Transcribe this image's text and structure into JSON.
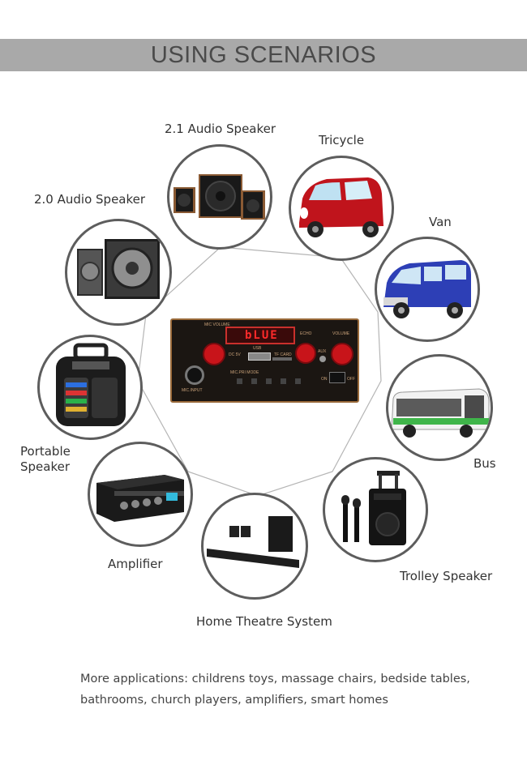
{
  "title": "USING SCENARIOS",
  "scenarios": [
    {
      "label": "2.1  Audio Speaker",
      "icon": "speaker-2-1-icon"
    },
    {
      "label": "Tricycle",
      "icon": "tricycle-icon"
    },
    {
      "label": "2.0 Audio Speaker",
      "icon": "speaker-2-0-icon"
    },
    {
      "label": "Van",
      "icon": "van-icon"
    },
    {
      "label": "Portable",
      "label2": "Speaker",
      "icon": "portable-speaker-icon"
    },
    {
      "label": "Bus",
      "icon": "bus-icon"
    },
    {
      "label": "Amplifier",
      "icon": "amplifier-icon"
    },
    {
      "label": "Trolley Speaker",
      "icon": "trolley-speaker-icon"
    },
    {
      "label": "Home Theatre System",
      "icon": "home-theatre-icon"
    }
  ],
  "module": {
    "display": "bLUE",
    "labels": {
      "mic_volume": "MIC VOLUME",
      "echo": "ECHO",
      "volume": "VOLUME",
      "usb": "USB",
      "dc": "DC 5V",
      "tf": "TF CARD",
      "aux": "AUX",
      "mic_input": "MIC.INPUT",
      "row": "MIC.PRI  MODE",
      "on": "ON",
      "off": "OFF"
    }
  },
  "footer": {
    "line1": "More applications: childrens toys, massage chairs, bedside tables,",
    "line2": "bathrooms, church players, amplifiers, smart homes"
  },
  "colors": {
    "banner": "#a9a9a9",
    "circle_border": "#5d5d5d",
    "knob": "#c8141a",
    "display": "#ff2a2a"
  }
}
